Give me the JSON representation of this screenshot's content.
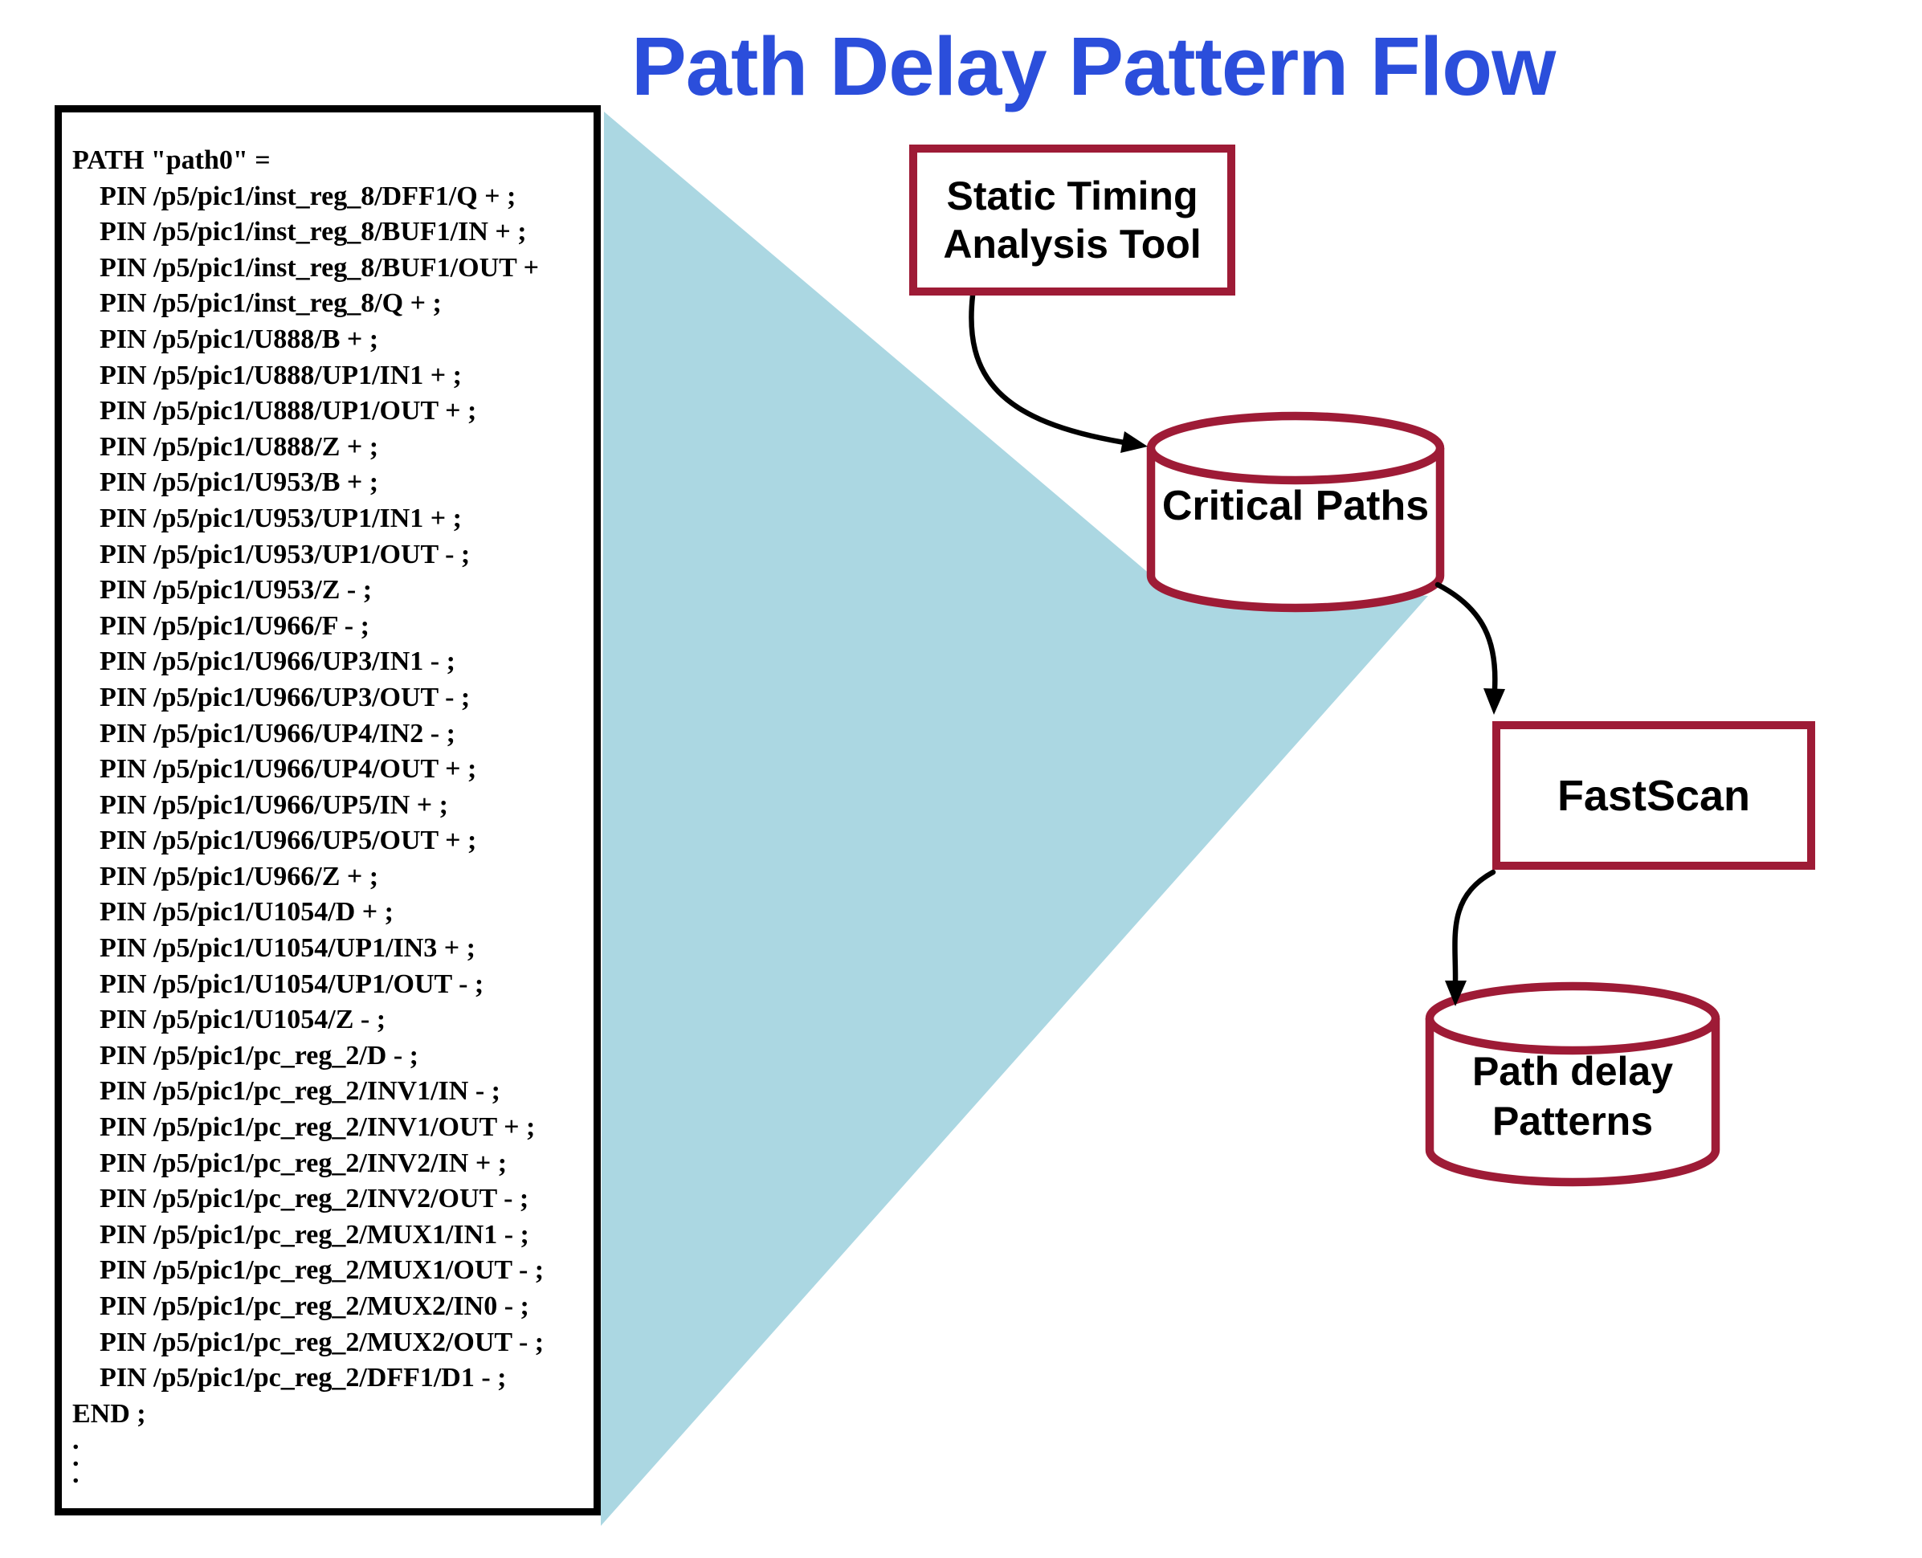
{
  "title": "Path Delay Pattern Flow",
  "code_box": {
    "lines": [
      "PATH \"path0\" =",
      "    PIN /p5/pic1/inst_reg_8/DFF1/Q + ;",
      "    PIN /p5/pic1/inst_reg_8/BUF1/IN + ;",
      "    PIN /p5/pic1/inst_reg_8/BUF1/OUT +",
      "    PIN /p5/pic1/inst_reg_8/Q + ;",
      "    PIN /p5/pic1/U888/B + ;",
      "    PIN /p5/pic1/U888/UP1/IN1 + ;",
      "    PIN /p5/pic1/U888/UP1/OUT + ;",
      "    PIN /p5/pic1/U888/Z + ;",
      "    PIN /p5/pic1/U953/B + ;",
      "    PIN /p5/pic1/U953/UP1/IN1 + ;",
      "    PIN /p5/pic1/U953/UP1/OUT - ;",
      "    PIN /p5/pic1/U953/Z - ;",
      "    PIN /p5/pic1/U966/F - ;",
      "    PIN /p5/pic1/U966/UP3/IN1 - ;",
      "    PIN /p5/pic1/U966/UP3/OUT - ;",
      "    PIN /p5/pic1/U966/UP4/IN2 - ;",
      "    PIN /p5/pic1/U966/UP4/OUT + ;",
      "    PIN /p5/pic1/U966/UP5/IN + ;",
      "    PIN /p5/pic1/U966/UP5/OUT + ;",
      "    PIN /p5/pic1/U966/Z + ;",
      "    PIN /p5/pic1/U1054/D + ;",
      "    PIN /p5/pic1/U1054/UP1/IN3 + ;",
      "    PIN /p5/pic1/U1054/UP1/OUT - ;",
      "    PIN /p5/pic1/U1054/Z - ;",
      "    PIN /p5/pic1/pc_reg_2/D - ;",
      "    PIN /p5/pic1/pc_reg_2/INV1/IN - ;",
      "    PIN /p5/pic1/pc_reg_2/INV1/OUT + ;",
      "    PIN /p5/pic1/pc_reg_2/INV2/IN + ;",
      "    PIN /p5/pic1/pc_reg_2/INV2/OUT - ;",
      "    PIN /p5/pic1/pc_reg_2/MUX1/IN1 - ;",
      "    PIN /p5/pic1/pc_reg_2/MUX1/OUT - ;",
      "    PIN /p5/pic1/pc_reg_2/MUX2/IN0 - ;",
      "    PIN /p5/pic1/pc_reg_2/MUX2/OUT - ;",
      "    PIN /p5/pic1/pc_reg_2/DFF1/D1 - ;",
      "END ;"
    ],
    "ellipsis_dots": [
      ".",
      ".",
      "."
    ]
  },
  "nodes": {
    "sta_tool": {
      "line1": "Static Timing",
      "line2": "Analysis Tool"
    },
    "critical_paths": {
      "label": "Critical Paths"
    },
    "fastscan": {
      "label": "FastScan"
    },
    "path_delay_patterns": {
      "line1": "Path delay",
      "line2": "Patterns"
    }
  },
  "colors": {
    "title": "#2B4EDB",
    "node_border": "#9E1B36",
    "beam": "#ABD7E2",
    "text": "#000000"
  }
}
